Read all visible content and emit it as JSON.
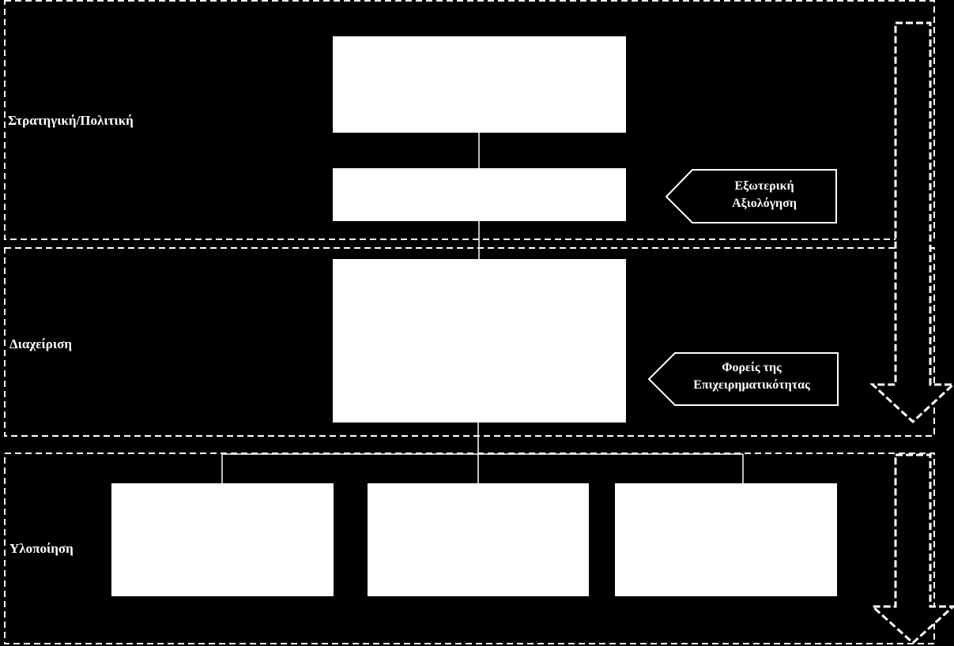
{
  "zones": [
    {
      "id": "strategy",
      "label": "Στρατηγική/Πολιτική"
    },
    {
      "id": "management",
      "label": "Διαχείριση"
    },
    {
      "id": "implementation",
      "label": "Υλοποίηση"
    }
  ],
  "callouts": {
    "external_evaluation": {
      "line1": "Εξωτερική",
      "line2": "Αξιολόγηση"
    },
    "business_bodies": {
      "line1": "Φορείς της",
      "line2": "Επιχειρηματικότητας"
    }
  },
  "colors": {
    "background": "#000000",
    "foreground": "#ffffff"
  },
  "icons": {
    "flow_arrow": "down-arrow-icon",
    "callout_arrow": "left-pointing-callout"
  }
}
